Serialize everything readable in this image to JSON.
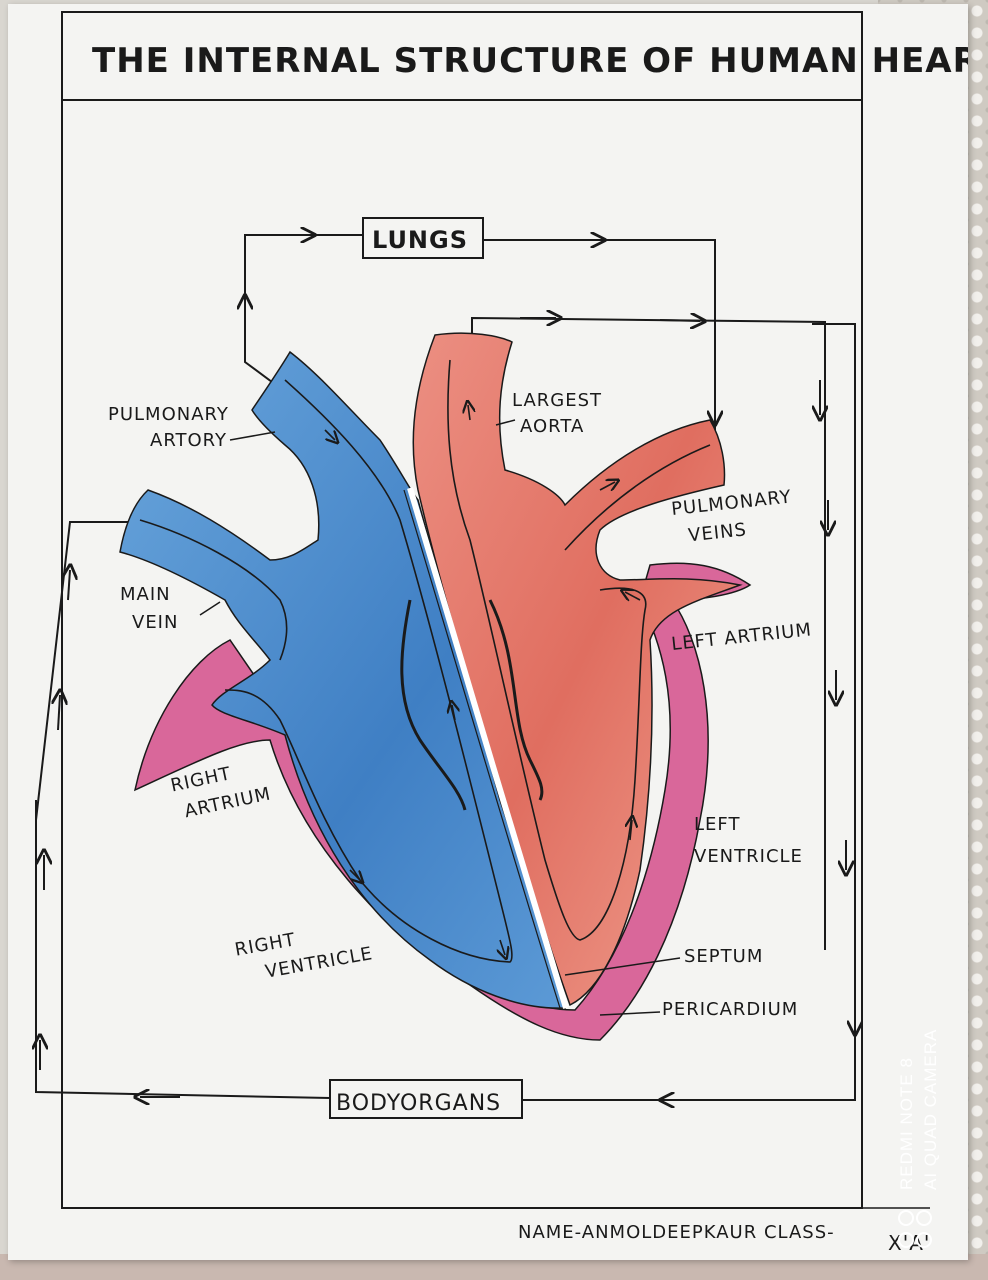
{
  "title": "THE INTERNAL STRUCTURE OF HUMAN HEART",
  "boxes": {
    "lungs": "LUNGS",
    "body_organs": "BODYORGANS"
  },
  "labels": {
    "pulmonary_artery": [
      "PULMONARY",
      "ARTORY"
    ],
    "main_vein": [
      "MAIN",
      "VEIN"
    ],
    "right_atrium": [
      "RIGHT",
      "ARTRIUM"
    ],
    "right_ventricle": [
      "RIGHT",
      "VENTRICLE"
    ],
    "largest_aorta": [
      "LARGEST",
      "AORTA"
    ],
    "pulmonary_veins": [
      "PULMONARY",
      "VEINS"
    ],
    "left_atrium": "LEFT ARTRIUM",
    "left_ventricle": [
      "LEFT",
      "VENTRICLE"
    ],
    "septum": "SEPTUM",
    "pericardium": "PERICARDIUM"
  },
  "footer": {
    "name": "NAME-ANMOLDEEPKAUR CLASS-",
    "class": "X'A'"
  },
  "watermark": {
    "line1": "REDMI NOTE 8",
    "line2": "AI QUAD CAMERA"
  },
  "colors": {
    "deoxygenated": "#4f8fcf",
    "oxygenated": "#e07a6a",
    "pericardium": "#d9679a",
    "ink": "#1a1a1a"
  }
}
